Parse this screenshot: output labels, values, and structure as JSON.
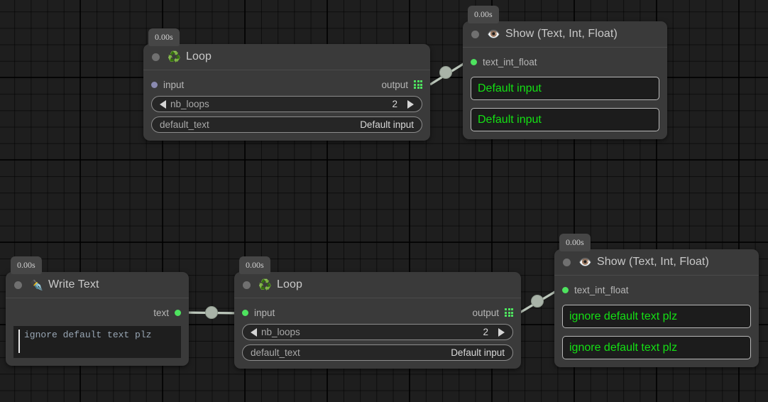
{
  "app": {
    "background_color": "#1e1e1e",
    "grid_color": "#000000",
    "accent_green": "#4ee35f",
    "display_text_green": "#14e014"
  },
  "nodes": [
    {
      "id": "loop-1",
      "title": "Loop",
      "icon": "recycle-icon",
      "emoji": "♻️",
      "time_badge": "0.00s",
      "input_label": "input",
      "input_state": "disconnected",
      "output_label": "output",
      "fields": [
        {
          "name": "nb_loops",
          "value": "2",
          "type": "stepper"
        },
        {
          "name": "default_text",
          "value": "Default input",
          "type": "text"
        }
      ]
    },
    {
      "id": "show-1",
      "title": "Show (Text, Int, Float)",
      "icon": "eye-icon",
      "emoji": "👁️",
      "time_badge": "0.00s",
      "input_label": "text_int_float",
      "input_state": "connected",
      "displays": [
        "Default input",
        "Default input"
      ]
    },
    {
      "id": "write-text-1",
      "title": "Write Text",
      "icon": "fountain-pen-icon",
      "emoji": "✒️",
      "time_badge": "0.00s",
      "output_label": "text",
      "output_state": "connected",
      "editor_value": "ignore default text plz"
    },
    {
      "id": "loop-2",
      "title": "Loop",
      "icon": "recycle-icon",
      "emoji": "♻️",
      "time_badge": "0.00s",
      "input_label": "input",
      "input_state": "connected",
      "output_label": "output",
      "fields": [
        {
          "name": "nb_loops",
          "value": "2",
          "type": "stepper"
        },
        {
          "name": "default_text",
          "value": "Default input",
          "type": "text"
        }
      ]
    },
    {
      "id": "show-2",
      "title": "Show (Text, Int, Float)",
      "icon": "eye-icon",
      "emoji": "👁️",
      "time_badge": "0.00s",
      "input_label": "text_int_float",
      "input_state": "connected",
      "displays": [
        "ignore default text plz",
        "ignore default text plz"
      ]
    }
  ]
}
